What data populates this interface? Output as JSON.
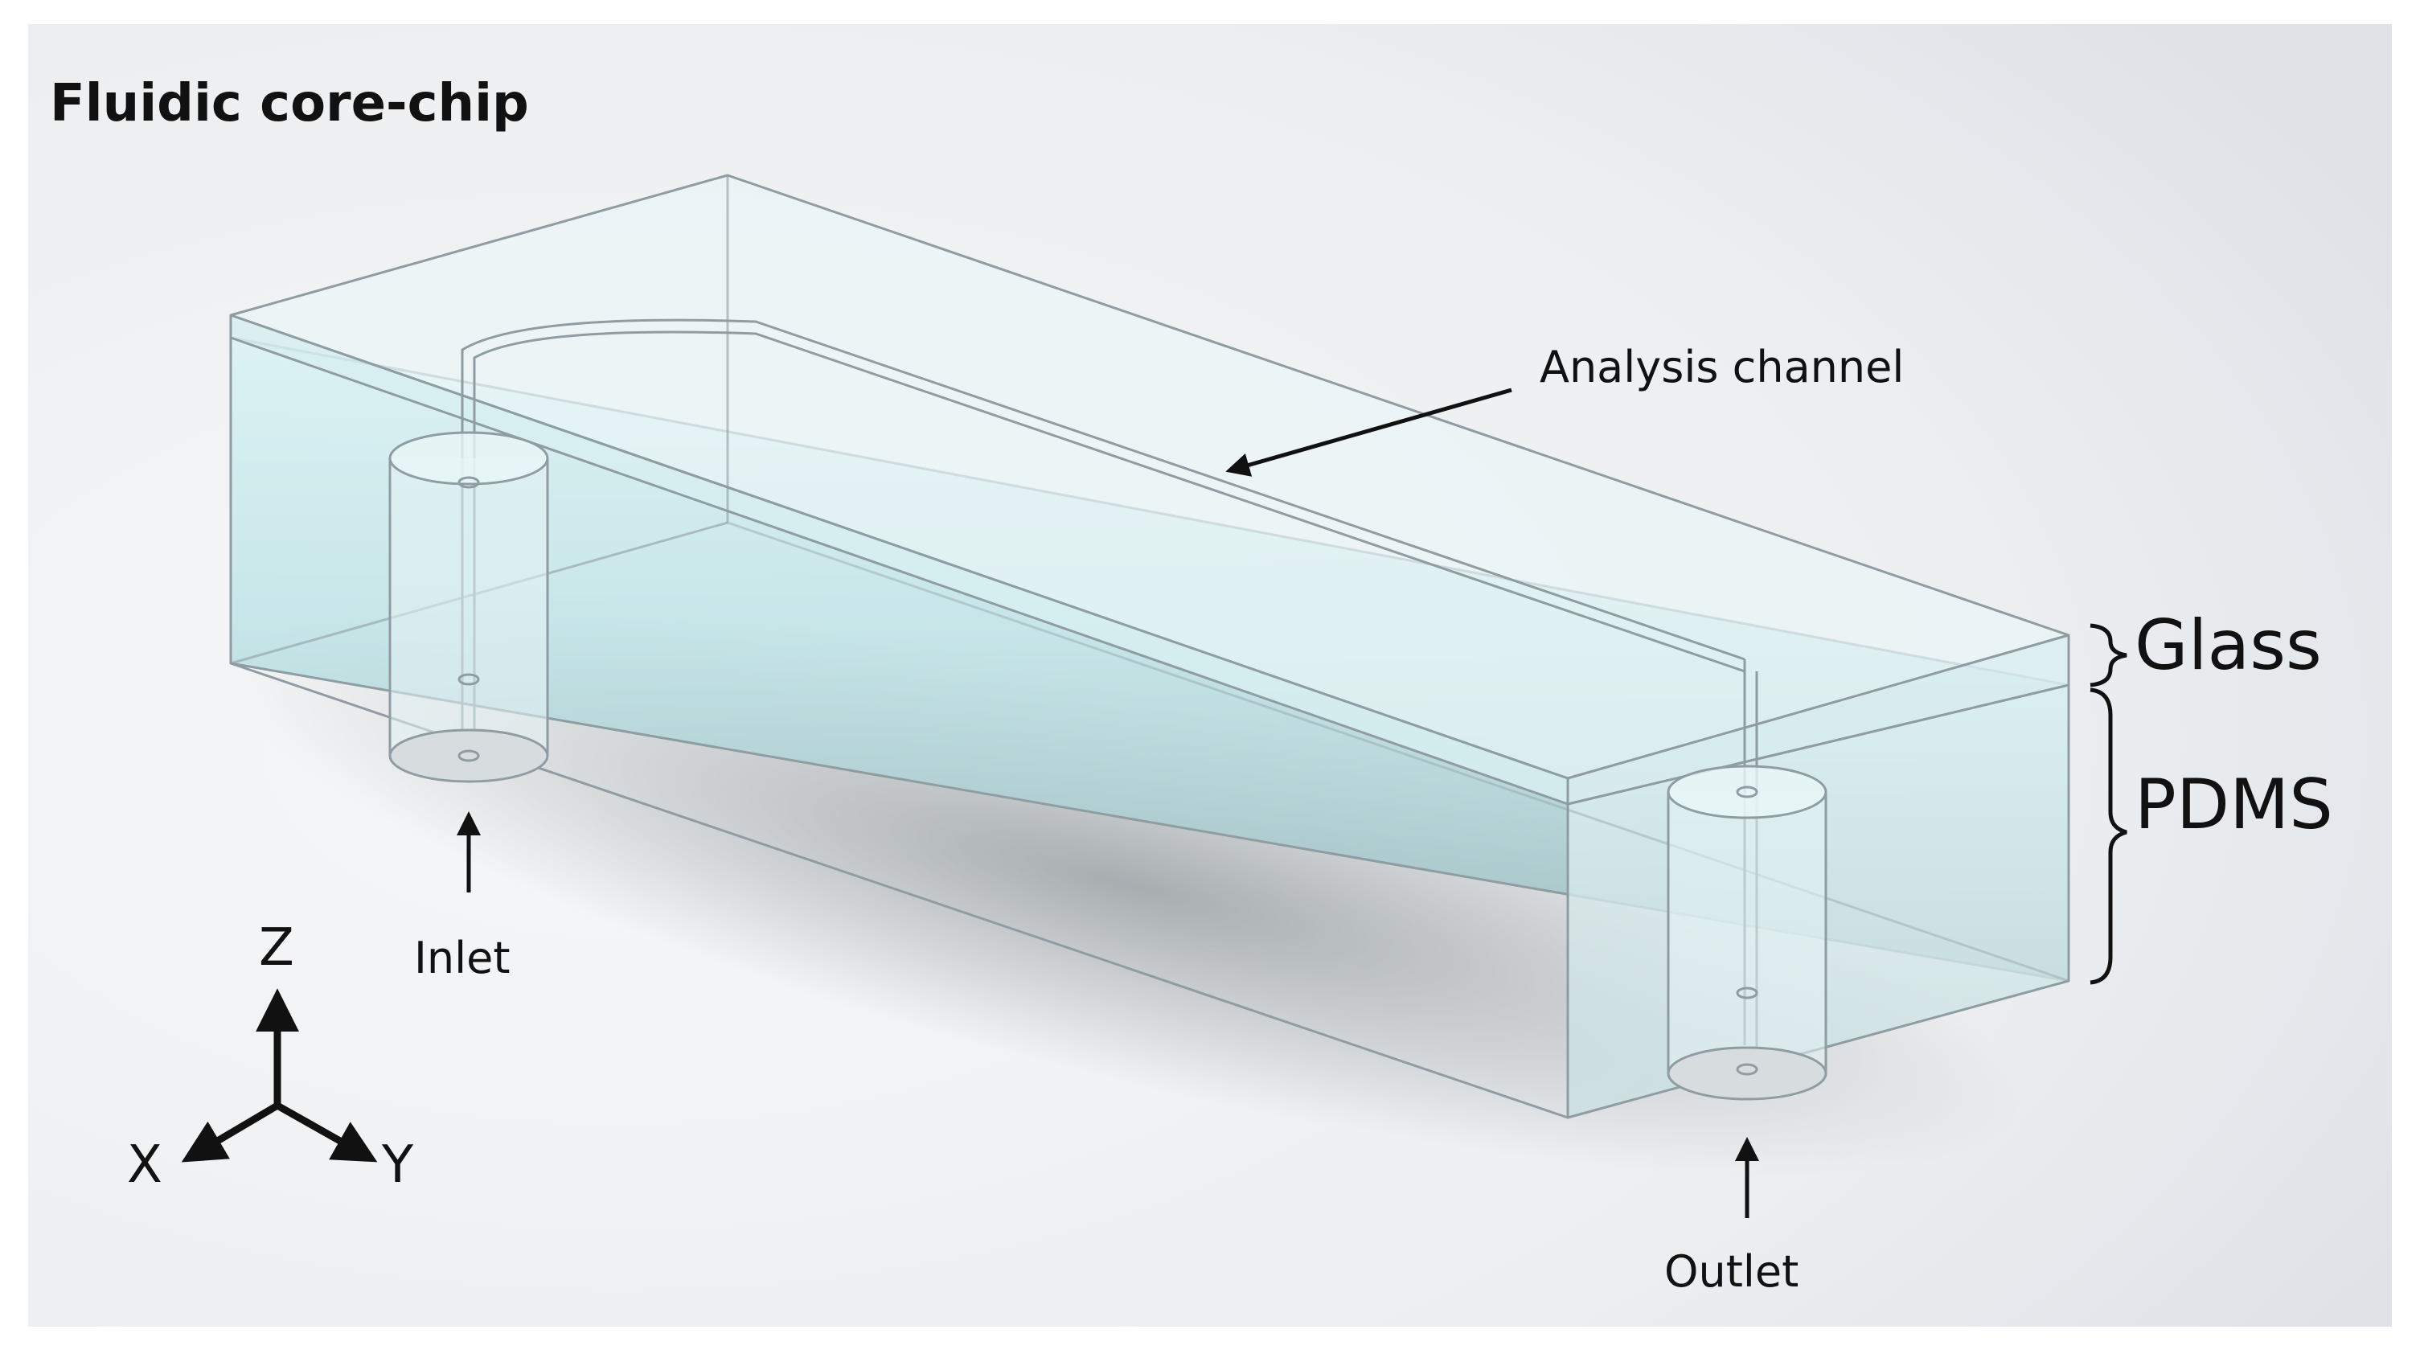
{
  "title": "Fluidic core-chip",
  "labels": {
    "analysis_channel": "Analysis channel",
    "inlet": "Inlet",
    "outlet": "Outlet",
    "glass": "Glass",
    "pdms": "PDMS"
  },
  "axes": {
    "z": "Z",
    "x": "X",
    "y": "Y"
  },
  "colors": {
    "background": "#f4f5f6",
    "pdms_tint": "#cfeef1",
    "glass_tint": "#e6f3f4",
    "edge": "#8f9da3",
    "text": "#111111"
  }
}
